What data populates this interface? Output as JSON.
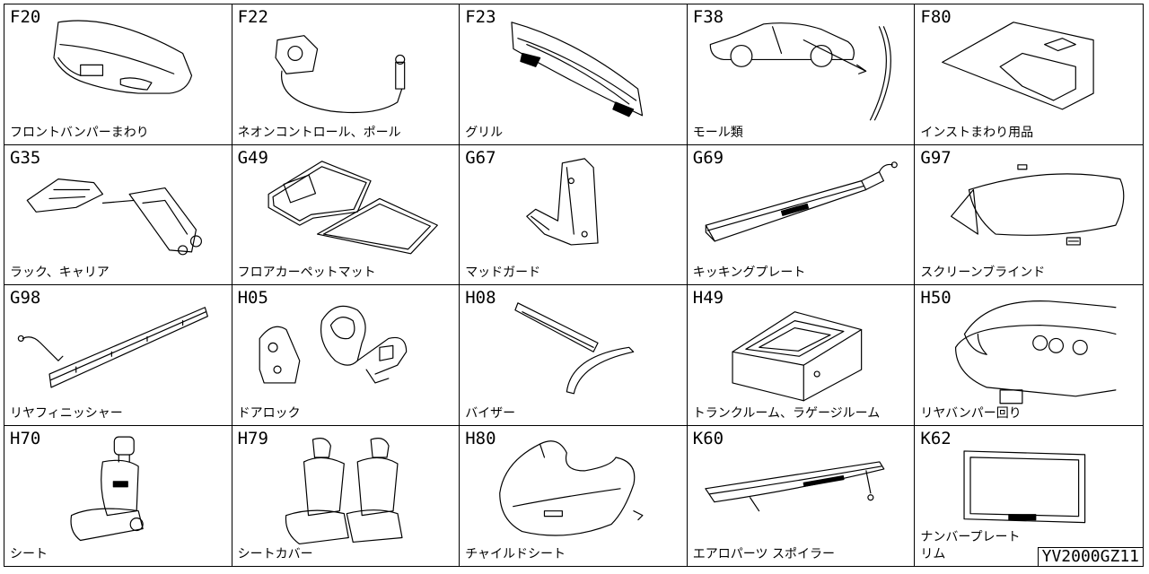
{
  "cells": [
    {
      "code": "F20",
      "label": "フロントバンパーまわり",
      "icon": "front-bumper"
    },
    {
      "code": "F22",
      "label": "ネオンコントロール、ポール",
      "icon": "neon-control-pole"
    },
    {
      "code": "F23",
      "label": "グリル",
      "icon": "grille"
    },
    {
      "code": "F38",
      "label": "モール類",
      "icon": "molding"
    },
    {
      "code": "F80",
      "label": "インストまわり用品",
      "icon": "instrument-panel"
    },
    {
      "code": "G35",
      "label": "ラック、キャリア",
      "icon": "rack-carrier"
    },
    {
      "code": "G49",
      "label": "フロアカーペットマット",
      "icon": "floor-mat"
    },
    {
      "code": "G67",
      "label": "マッドガード",
      "icon": "mud-guard"
    },
    {
      "code": "G69",
      "label": "キッキングプレート",
      "icon": "kicking-plate"
    },
    {
      "code": "G97",
      "label": "スクリーンブラインド",
      "icon": "screen-blind"
    },
    {
      "code": "G98",
      "label": "リヤフィニッシャー",
      "icon": "rear-finisher"
    },
    {
      "code": "H05",
      "label": "ドアロック",
      "icon": "door-lock"
    },
    {
      "code": "H08",
      "label": "バイザー",
      "icon": "visor"
    },
    {
      "code": "H49",
      "label": "トランクルーム、ラゲージルーム",
      "icon": "trunk-room"
    },
    {
      "code": "H50",
      "label": "リヤバンパー回り",
      "icon": "rear-bumper"
    },
    {
      "code": "H70",
      "label": "シート",
      "icon": "seat"
    },
    {
      "code": "H79",
      "label": "シートカバー",
      "icon": "seat-cover"
    },
    {
      "code": "H80",
      "label": "チャイルドシート",
      "icon": "child-seat"
    },
    {
      "code": "K60",
      "label": "エアロパーツ スポイラー",
      "icon": "aero-spoiler"
    },
    {
      "code": "K62",
      "label": "ナンバープレート\nリム",
      "icon": "number-plate-rim"
    }
  ],
  "catalog_code": "YV2000GZ11"
}
